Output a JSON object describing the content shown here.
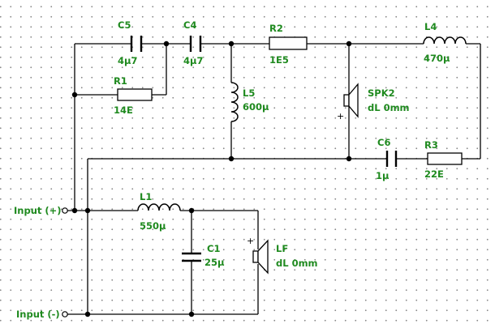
{
  "components": {
    "C5": {
      "ref": "C5",
      "value": "4µ7"
    },
    "C4": {
      "ref": "C4",
      "value": "4µ7"
    },
    "R2": {
      "ref": "R2",
      "value": "1E5"
    },
    "L4": {
      "ref": "L4",
      "value": "470µ"
    },
    "R1": {
      "ref": "R1",
      "value": "14E"
    },
    "L5": {
      "ref": "L5",
      "value": "600µ"
    },
    "SPK2": {
      "ref": "SPK2",
      "value": "dL 0mm"
    },
    "C6": {
      "ref": "C6",
      "value": "1µ"
    },
    "R3": {
      "ref": "R3",
      "value": "22E"
    },
    "L1": {
      "ref": "L1",
      "value": "550µ"
    },
    "C1": {
      "ref": "C1",
      "value": "25µ"
    },
    "LF": {
      "ref": "LF",
      "value": "dL 0mm"
    }
  },
  "inputs": {
    "positive": "Input (+)",
    "negative": "Input (-)"
  },
  "polarity_mark": "+",
  "colors": {
    "label": "#1f8a1f",
    "wire": "#000000",
    "grid_dot": "#8a8a8a",
    "background": "#ffffff"
  }
}
